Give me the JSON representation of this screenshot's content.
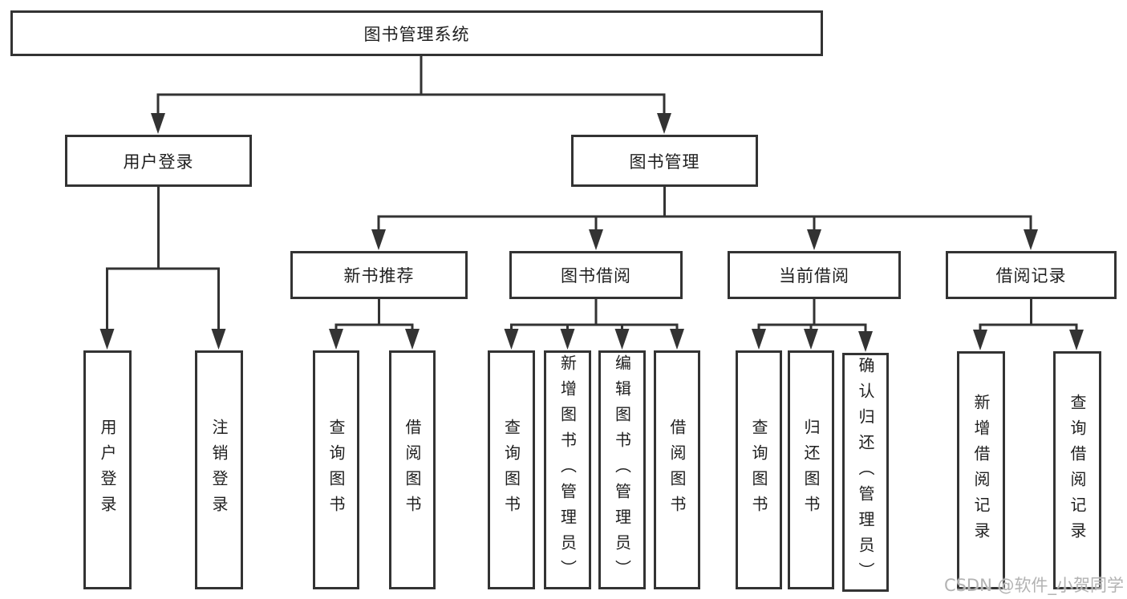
{
  "tree": {
    "label": "图书管理系统",
    "children": [
      {
        "label": "用户登录",
        "children": [
          {
            "label": "用户登录"
          },
          {
            "label": "注销登录"
          }
        ]
      },
      {
        "label": "图书管理",
        "children": [
          {
            "label": "新书推荐",
            "children": [
              {
                "label": "查询图书"
              },
              {
                "label": "借阅图书"
              }
            ]
          },
          {
            "label": "图书借阅",
            "children": [
              {
                "label": "查询图书"
              },
              {
                "label": "新增图书（管理员）"
              },
              {
                "label": "编辑图书（管理员）"
              },
              {
                "label": "借阅图书"
              }
            ]
          },
          {
            "label": "当前借阅",
            "children": [
              {
                "label": "查询图书"
              },
              {
                "label": "归还图书"
              },
              {
                "label": "确认归还（管理员）"
              }
            ]
          },
          {
            "label": "借阅记录",
            "children": [
              {
                "label": "新增借阅记录"
              },
              {
                "label": "查询借阅记录"
              }
            ]
          }
        ]
      }
    ]
  },
  "watermark": "CSDN @软件_小贺同学",
  "colors": {
    "line": "#333333",
    "text": "#1f1f1f",
    "background": "#ffffff",
    "watermark": "#b3b3b3"
  }
}
